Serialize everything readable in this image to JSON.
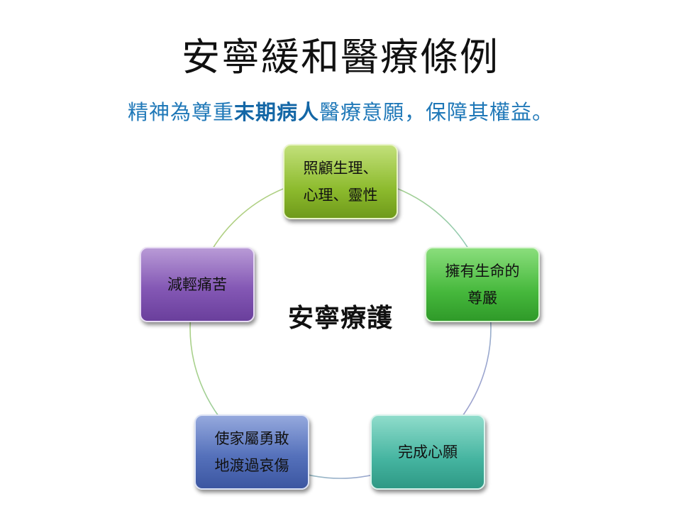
{
  "slide": {
    "title": "安寧緩和醫療條例",
    "subtitle_plain_1": "精神為尊重",
    "subtitle_bold": "末期病人",
    "subtitle_plain_2": "醫療意願，保障其權益。",
    "center_label": "安寧療護"
  },
  "cycle": {
    "nodes": [
      {
        "label": "照顧生理、\n心理、靈性"
      },
      {
        "label": "擁有生命的\n尊嚴"
      },
      {
        "label": "完成心願"
      },
      {
        "label": "使家屬勇敢\n地渡過哀傷"
      },
      {
        "label": "減輕痛苦"
      }
    ]
  },
  "colors": {
    "subtitle": "#1f78b8",
    "node_1": "#8dbb2e",
    "node_2": "#46b83c",
    "node_3": "#45b4a0",
    "node_4": "#5571bb",
    "node_5": "#8458b5"
  }
}
